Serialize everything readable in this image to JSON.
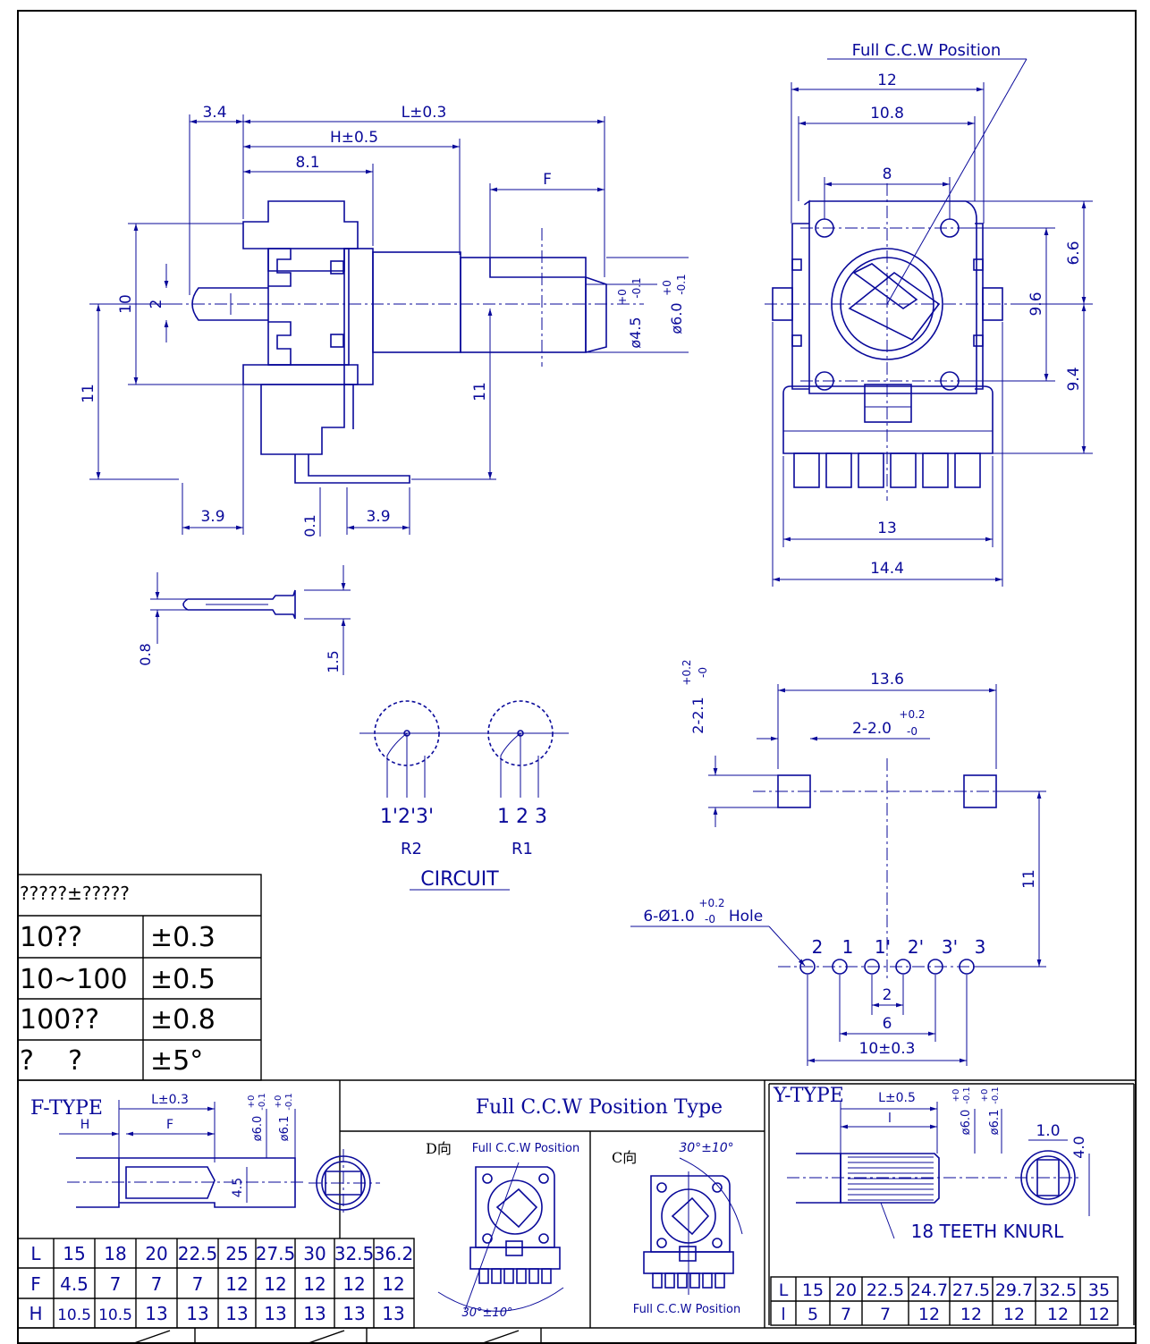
{
  "front_view": {
    "dims": {
      "d_3_4": "3.4",
      "L": "L±0.3",
      "H": "H±0.5",
      "d_8_1": "8.1",
      "F": "F",
      "d_10": "10",
      "d_2": "2",
      "d_11_left": "11",
      "d_11_mid": "11",
      "d_3_9_left": "3.9",
      "d_0_1": "0.1",
      "d_3_9_right": "3.9",
      "d_4_5": "ø4.5",
      "tol_4_5": "+0",
      "tol_4_5b": "-0.1",
      "d_6_0": "ø6.0",
      "tol_6_0": "+0",
      "tol_6_0b": "-0.1"
    }
  },
  "side_view": {
    "title": "Full C.C.W Position",
    "dims": {
      "d_12": "12",
      "d_10_8": "10.8",
      "d_8": "8",
      "d_6_6": "6.6",
      "d_9_6": "9.6",
      "d_9_4": "9.4",
      "d_13": "13",
      "d_14_4": "14.4"
    }
  },
  "pin_detail": {
    "d_0_8": "0.8",
    "d_1_5": "1.5"
  },
  "circuit": {
    "title": "CIRCUIT",
    "r2_label": "R2",
    "r2_pins": "1'2'3'",
    "r1_label": "R1",
    "r1_pins": "1 2 3"
  },
  "pcb_layout": {
    "d_13_6": "13.6",
    "d_2_2_0": "2-2.0",
    "tol_2_2_0": "+0.2",
    "tol_2_2_0b": "-0",
    "d_2_2_1": "2-2.1",
    "tol_2_2_1": "+0.2",
    "tol_2_2_1b": "-0",
    "d_11": "11",
    "hole_label": "6-Ø1.0",
    "hole_tol": "+0.2",
    "hole_tolb": "-0",
    "hole_word": "Hole",
    "pin_labels": [
      "2",
      "1",
      "1'",
      "2'",
      "3'",
      "3"
    ],
    "d_2": "2",
    "d_6": "6",
    "d_10": "10±0.3"
  },
  "tolerance_table": {
    "header": "?????±?????",
    "rows": [
      {
        "range": "10??",
        "tol": "±0.3"
      },
      {
        "range": "10~100",
        "tol": "±0.5"
      },
      {
        "range": "100??",
        "tol": "±0.8"
      },
      {
        "range": "?    ?",
        "tol": "±5°"
      }
    ]
  },
  "f_type": {
    "title": "F-TYPE",
    "L": "L±0.3",
    "H": "H",
    "F": "F",
    "d_6_0": "ø6.0",
    "tol_6_0": "+0",
    "tol_6_0b": "-0.1",
    "d_6_1": "ø6.1",
    "tol_6_1": "+0",
    "tol_6_1b": "-0.1",
    "d_4_5": "4.5",
    "table": {
      "L": [
        "L",
        "15",
        "18",
        "20",
        "22.5",
        "25",
        "27.5",
        "30",
        "32.5",
        "36.2"
      ],
      "F": [
        "F",
        "4.5",
        "7",
        "7",
        "7",
        "12",
        "12",
        "12",
        "12",
        "12"
      ],
      "H": [
        "H",
        "10.5",
        "10.5",
        "13",
        "13",
        "13",
        "13",
        "13",
        "13",
        "13"
      ]
    }
  },
  "ccw_panel": {
    "title": "Full C.C.W Position Type",
    "d_label": "D向",
    "d_caption": "Full C.C.W Position",
    "d_angle": "30°±10°",
    "c_label": "C向",
    "c_angle": "30°±10°",
    "c_caption": "Full C.C.W Position"
  },
  "y_type": {
    "title": "Y-TYPE",
    "L": "L±0.5",
    "l": "l",
    "d_6_0": "ø6.0",
    "tol_6_0": "+0",
    "tol_6_0b": "-0.1",
    "d_6_1": "ø6.1",
    "tol_6_1": "+0",
    "tol_6_1b": "-0.1",
    "d_1_0": "1.0",
    "d_4_0": "4.0",
    "knurl": "18 TEETH KNURL",
    "table": {
      "L": [
        "L",
        "15",
        "20",
        "22.5",
        "24.7",
        "27.5",
        "29.7",
        "32.5",
        "35"
      ],
      "l": [
        "l",
        "5",
        "7",
        "7",
        "12",
        "12",
        "12",
        "12",
        "12"
      ]
    }
  }
}
